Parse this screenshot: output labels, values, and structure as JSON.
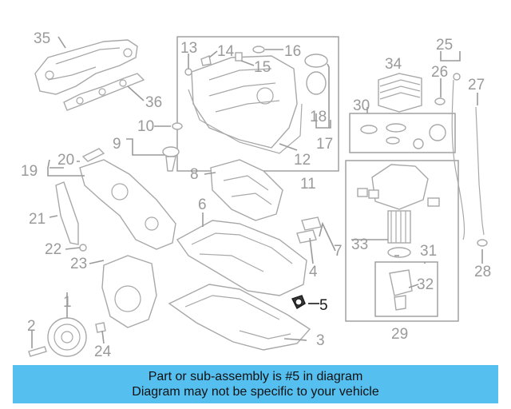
{
  "callouts": {
    "n1": "1",
    "n2": "2",
    "n3": "3",
    "n4": "4",
    "n5": "5",
    "n6": "6",
    "n7": "7",
    "n8": "8",
    "n9": "9",
    "n10": "10",
    "n11": "11",
    "n12": "12",
    "n13": "13",
    "n14": "14",
    "n15": "15",
    "n16": "16",
    "n17": "17",
    "n18": "18",
    "n19": "19",
    "n20": "20",
    "n21": "21",
    "n22": "22",
    "n23": "23",
    "n24": "24",
    "n25": "25",
    "n26": "26",
    "n27": "27",
    "n28": "28",
    "n29": "29",
    "n30": "30",
    "n31": "31",
    "n32": "32",
    "n33": "33",
    "n34": "34",
    "n35": "35",
    "n36": "36"
  },
  "highlighted_part": "5",
  "caption": {
    "line1": "Part or sub-assembly is #5 in diagram",
    "line2": "Diagram may not be specific to your vehicle"
  },
  "colors": {
    "caption_bg": "#55bff0",
    "line_art": "#a8a8a8",
    "highlight": "#1a1a1a"
  }
}
